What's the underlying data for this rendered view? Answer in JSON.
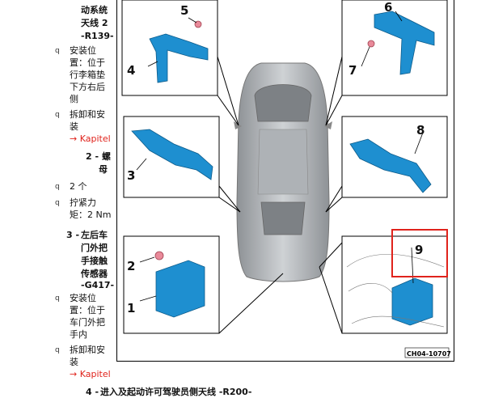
{
  "left_column": {
    "top_item": {
      "lines": [
        "动系统",
        "天线 2",
        "-R139-"
      ]
    },
    "install_label": [
      "安装位",
      "置：位于",
      "行李箱垫",
      "下方右后",
      "侧"
    ],
    "remove_label_1": [
      "拆卸和安",
      "装"
    ],
    "link_1": "→ Kapitel",
    "item2": {
      "number": "2 -",
      "lines": [
        "螺",
        "母"
      ]
    },
    "qty": "2 个",
    "torque": [
      "拧紧力",
      "矩：2 Nm"
    ],
    "item3": {
      "number": "3 -",
      "lines": [
        "左后车",
        "门外把",
        "手接触",
        "传感器",
        "-G417-"
      ]
    },
    "install_label_2": [
      "安装位",
      "置：位于",
      "车门外把",
      "手内"
    ],
    "remove_label_2": [
      "拆卸和安",
      "装"
    ],
    "link_2": "→ Kapitel"
  },
  "bottom_item": {
    "number": "4 -",
    "text": "进入及起动许可驾驶员侧天线 -R200-"
  },
  "figure": {
    "callouts": [
      "5",
      "4",
      "6",
      "7",
      "3",
      "8",
      "2",
      "1",
      "9"
    ],
    "code": "CH04-10707",
    "highlight_color": "#e0231c",
    "part_color": "#1e8fd0"
  }
}
